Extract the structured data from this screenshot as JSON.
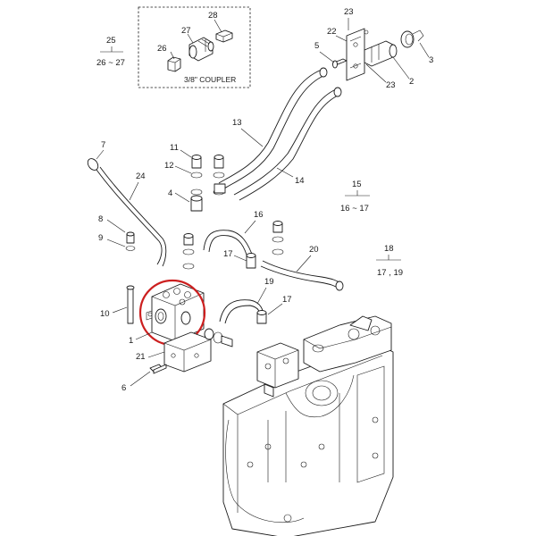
{
  "callouts": {
    "c1": "1",
    "c2": "2",
    "c3": "3",
    "c4": "4",
    "c5": "5",
    "c6": "6",
    "c7": "7",
    "c8": "8",
    "c9": "9",
    "c10": "10",
    "c11": "11",
    "c12": "12",
    "c13": "13",
    "c14": "14",
    "c15": "15",
    "c16": "16",
    "c17a": "17",
    "c17b": "17",
    "c18": "18",
    "c19": "19",
    "c20": "20",
    "c21": "21",
    "c22": "22",
    "c23a": "23",
    "c23b": "23",
    "c24": "24",
    "c25": "25",
    "c26": "26",
    "c27": "27",
    "c28": "28"
  },
  "groups": {
    "g25": "26 ~ 27",
    "g15": "16 ~ 17",
    "g18": "17 , 19"
  },
  "inset": {
    "caption": "3/8\" COUPLER"
  },
  "highlight": {
    "color": "#cc1f1f"
  }
}
